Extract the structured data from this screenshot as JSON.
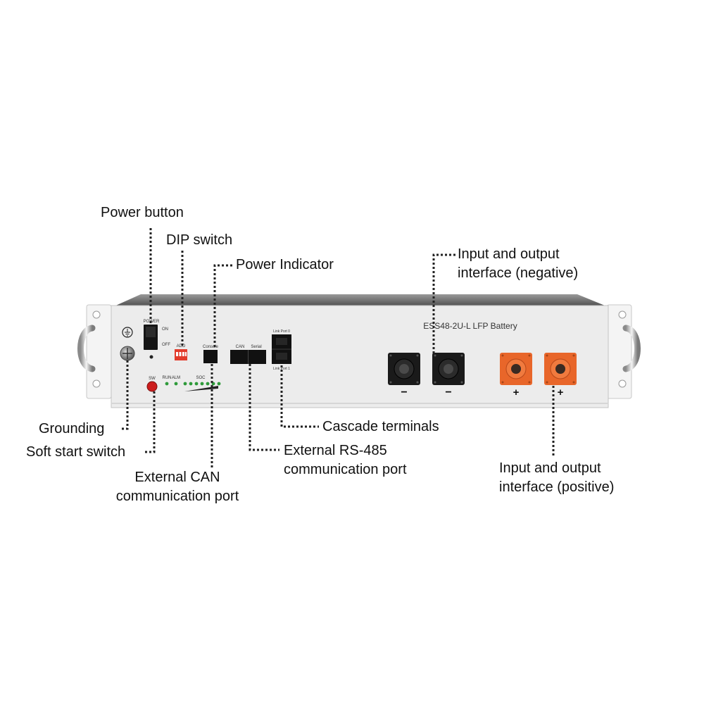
{
  "product": {
    "model_label": "ESS48-2U-L LFP Battery"
  },
  "panel": {
    "power_label": "POWER",
    "on_label": "ON",
    "off_label": "OFF",
    "addr_label": "ADD",
    "console_label": "Console",
    "can_label": "CAN",
    "serial_label": "Serial",
    "link0_label": "Link Port 0",
    "link1_label": "Link Port 1",
    "sw_label": "SW",
    "run_label": "RUN",
    "alm_label": "ALM",
    "soc_label": "SOC",
    "minus_symbol": "−",
    "plus_symbol": "+"
  },
  "callouts": {
    "power_button": "Power button",
    "dip_switch": "DIP switch",
    "power_indicator": "Power Indicator",
    "io_negative": [
      "Input and output",
      "interface (negative)"
    ],
    "grounding": "Grounding",
    "soft_start": "Soft start switch",
    "cascade": "Cascade terminals",
    "rs485": [
      "External RS-485",
      "communication port"
    ],
    "can_port": [
      "External CAN",
      "communication port"
    ],
    "io_positive": [
      "Input and output",
      "interface (positive)"
    ]
  },
  "colors": {
    "panel": "#ececec",
    "terminal_negative": "#1a1a1a",
    "terminal_positive": "#e8662a",
    "led": "#2e9a3a",
    "dip_switch": "#e23b2b",
    "soft_start": "#cc1d1d"
  }
}
